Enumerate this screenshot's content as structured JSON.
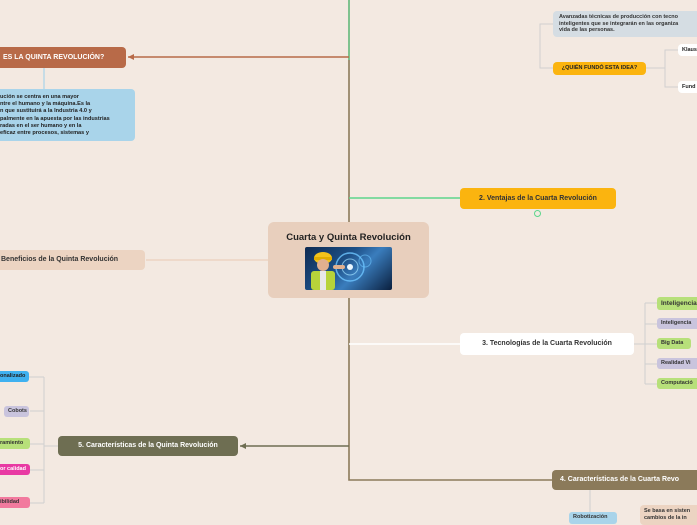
{
  "center": {
    "title": "Cuarta y Quinta Revolución",
    "image_icon": "industrial-worker-photo"
  },
  "quinta_question": {
    "title": "ES LA QUINTA REVOLUCIÓN?",
    "answer": "ución se centra en una mayor\nntre el humano y la máquina.Es la\nn que sustituirá a la Industria 4.0 y\npalmente en la apuesta por las industrias\nradas en el ser humano y en la\neficaz entre procesos, sistemas y"
  },
  "fundo": {
    "description": "Avanzadas técnicas de producción con tecno\ninteligentes que se integrarán en las organiza\nvida de las personas.",
    "question": "¿QUIÉN FUNDÓ ESTA IDEA?",
    "answer1": "Klaus",
    "answer2": "Fund"
  },
  "ventajas": {
    "title": "2. Ventajas de la Cuarta Revolución",
    "collapsed_icon": "circle-toggle-icon"
  },
  "beneficios": {
    "title": "Beneficios de la Quinta Revolución"
  },
  "tecnologias": {
    "title": "3. Tecnologías de la Cuarta Revolución",
    "items": [
      "Inteligencia",
      "Inteligencia",
      "Big Data",
      "Realidad Vi",
      "Computació"
    ]
  },
  "caracteristicas_quinta": {
    "title": "5. Características de la Quinta Revolución",
    "items": [
      "onalizado",
      "Cobots",
      "ramiento",
      "or calidad",
      "ibilidad"
    ]
  },
  "caracteristicas_cuarta": {
    "title": "4. Características de la Cuarta Revo",
    "items": [
      "Robotización"
    ],
    "note": "Se basa en sisten\ncambios de la in"
  },
  "colors": {
    "trunk": "#8b7a5a",
    "green_link": "#5cd68c",
    "brown_node": "#b86a48",
    "blue_note": "#a9d4ea",
    "orange_node": "#fbb40f",
    "olive_node": "#6e6e52",
    "beige_node": "#ecd4c2",
    "gray_note": "#d5dde3"
  }
}
